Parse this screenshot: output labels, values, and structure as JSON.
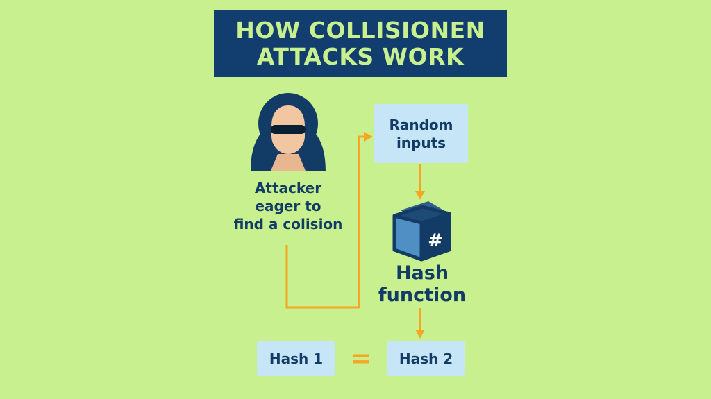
{
  "title": {
    "line1": "HOW COLLISIONEN",
    "line2": "ATTACKS WORK"
  },
  "attacker": {
    "label": "Attacker\neager to\nfind a colision",
    "icon": "hooded-hacker-icon"
  },
  "random_inputs": {
    "label": "Random\ninputs"
  },
  "hash_function": {
    "label": "Hash\nfunction",
    "icon": "cube-hash-icon",
    "symbol": "#"
  },
  "outputs": {
    "hash1": "Hash 1",
    "equals": "=",
    "hash2": "Hash 2"
  },
  "colors": {
    "background": "#c8f08e",
    "title_bg": "#113e6e",
    "title_text": "#c8f08e",
    "node_bg": "#c6e6f8",
    "text": "#123c66",
    "arrow": "#f5a623"
  }
}
